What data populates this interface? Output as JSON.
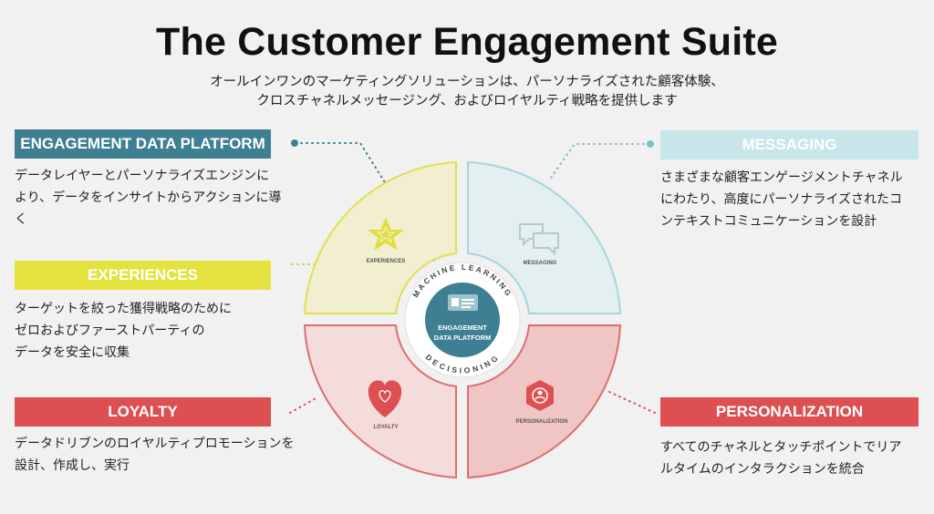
{
  "header": {
    "title": "The Customer Engagement Suite",
    "subtitle_line1": "オールインワンのマーケティングソリューションは、パーソナライズされた顧客体験、",
    "subtitle_line2": "クロスチャネルメッセージング、およびロイヤルティ戦略を提供します"
  },
  "sections": {
    "engagement": {
      "label": "ENGAGEMENT DATA PLATFORM",
      "desc_lines": [
        "データレイヤーとパーソナライズエンジンに",
        "より、データをインサイトからアクションに導",
        "く"
      ]
    },
    "experiences": {
      "label": "EXPERIENCES",
      "desc_lines": [
        "ターゲットを絞った獲得戦略のために",
        "ゼロおよびファーストパーティの",
        "データを安全に収集"
      ]
    },
    "loyalty": {
      "label": "LOYALTY",
      "desc_lines": [
        "データドリブンのロイヤルティプロモーションを",
        "設計、作成し、実行"
      ]
    },
    "messaging": {
      "label": "MESSAGING",
      "desc_lines": [
        "さまざまな顧客エンゲージメントチャネル",
        "にわたり、高度にパーソナライズされたコ",
        "ンテキストコミュニケーションを設計"
      ]
    },
    "personalization": {
      "label": "PERSONALIZATION",
      "desc_lines": [
        "すべてのチャネルとタッチポイントでリア",
        "ルタイムのインタラクションを統合"
      ]
    }
  },
  "diagram": {
    "quadrants": {
      "experiences": "EXPERIENCES",
      "messaging": "MESSAGING",
      "loyalty": "LOYALTY",
      "personalization": "PERSONALIZATION"
    },
    "ring_top": "MACHINE LEARNING",
    "ring_bottom": "DECISIONING",
    "center_line1": "ENGAGEMENT",
    "center_line2": "DATA PLATFORM"
  },
  "colors": {
    "teal_dark": "#3f7f93",
    "teal_light": "#c6e6ea",
    "yellow": "#e3e23f",
    "red": "#de4f52",
    "pink_fill": "#f2d2d1",
    "pink_fill_dark": "#efc6c4",
    "yellow_fill": "#f1efcf",
    "blue_fill": "#e4eff1"
  }
}
